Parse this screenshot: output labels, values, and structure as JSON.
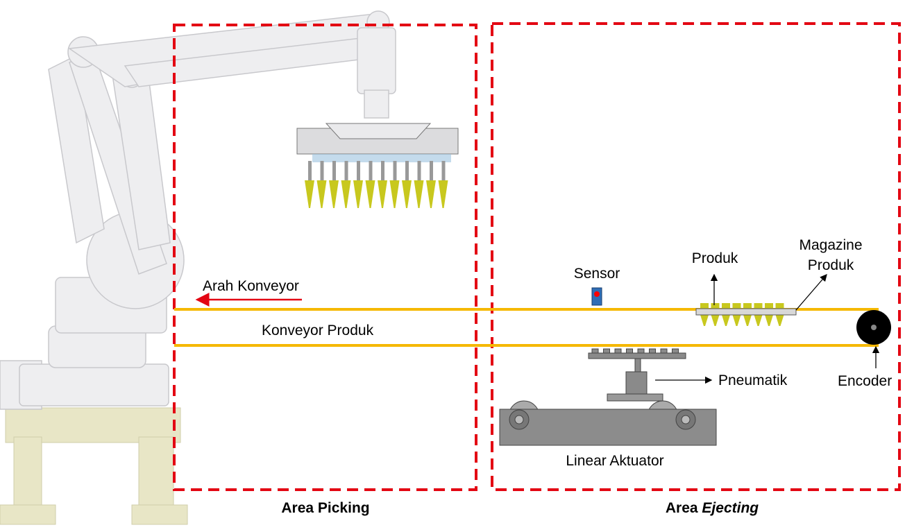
{
  "labels": {
    "arah_konveyor": "Arah Konveyor",
    "konveyor_produk": "Konveyor Produk",
    "sensor": "Sensor",
    "produk": "Produk",
    "magazine_line1": "Magazine",
    "magazine_line2": "Produk",
    "pneumatik": "Pneumatik",
    "encoder": "Encoder",
    "linear_aktuator": "Linear Aktuator"
  },
  "areas": {
    "picking": "Area Picking",
    "ejecting_prefix": "Area ",
    "ejecting_italic": "Ejecting"
  },
  "colors": {
    "area_border": "#e30613",
    "conveyor": "#f5b800",
    "product": "#c8c81e",
    "sensor_body": "#2f6db5",
    "sensor_led": "#ff0000"
  }
}
